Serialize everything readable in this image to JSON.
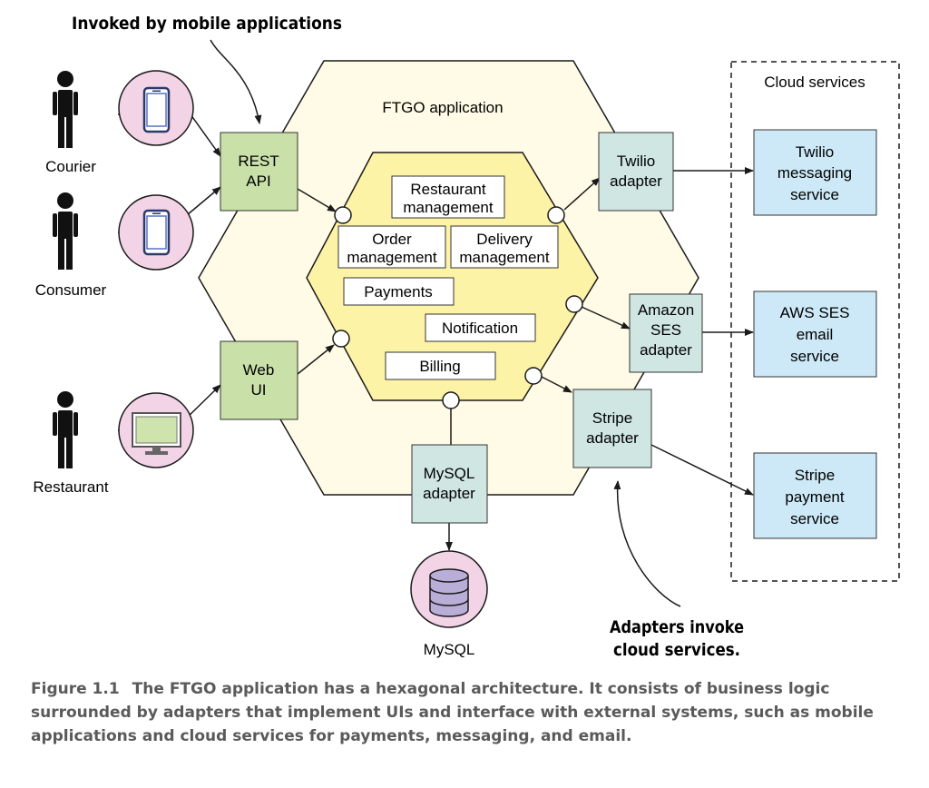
{
  "callouts": {
    "top": "Invoked by mobile applications",
    "bottom_line1": "Adapters invoke",
    "bottom_line2": "cloud services."
  },
  "hexagon": {
    "outer_label": "FTGO application"
  },
  "modules": {
    "restaurant_line1": "Restaurant",
    "restaurant_line2": "management",
    "order_line1": "Order",
    "order_line2": "management",
    "delivery_line1": "Delivery",
    "delivery_line2": "management",
    "payments": "Payments",
    "notification": "Notification",
    "billing": "Billing"
  },
  "actors": {
    "courier": "Courier",
    "consumer": "Consumer",
    "restaurant": "Restaurant"
  },
  "inbound_adapters": {
    "rest_line1": "REST",
    "rest_line2": "API",
    "web_line1": "Web",
    "web_line2": "UI"
  },
  "outbound_adapters": {
    "twilio_line1": "Twilio",
    "twilio_line2": "adapter",
    "ses_line1": "Amazon",
    "ses_line2": "SES",
    "ses_line3": "adapter",
    "stripe_line1": "Stripe",
    "stripe_line2": "adapter",
    "mysql_line1": "MySQL",
    "mysql_line2": "adapter"
  },
  "database": {
    "label": "MySQL"
  },
  "cloud": {
    "title": "Cloud services",
    "twilio_line1": "Twilio",
    "twilio_line2": "messaging",
    "twilio_line3": "service",
    "ses_line1": "AWS SES",
    "ses_line2": "email",
    "ses_line3": "service",
    "stripe_line1": "Stripe",
    "stripe_line2": "payment",
    "stripe_line3": "service"
  },
  "caption": {
    "figure": "Figure 1.1",
    "text": "The FTGO application has a hexagonal architecture. It consists of business logic surrounded by adapters that implement UIs and interface with external systems, such as mobile applications and cloud services for payments, messaging, and email."
  },
  "colors": {
    "outer_hexagon": "#fffbe6",
    "inner_hexagon": "#fdf3a6",
    "inbound_adapter": "#c9e0a8",
    "outbound_adapter": "#cfe6e3",
    "cloud_service": "#cde9f7",
    "actor_circle": "#f3d3e6"
  }
}
